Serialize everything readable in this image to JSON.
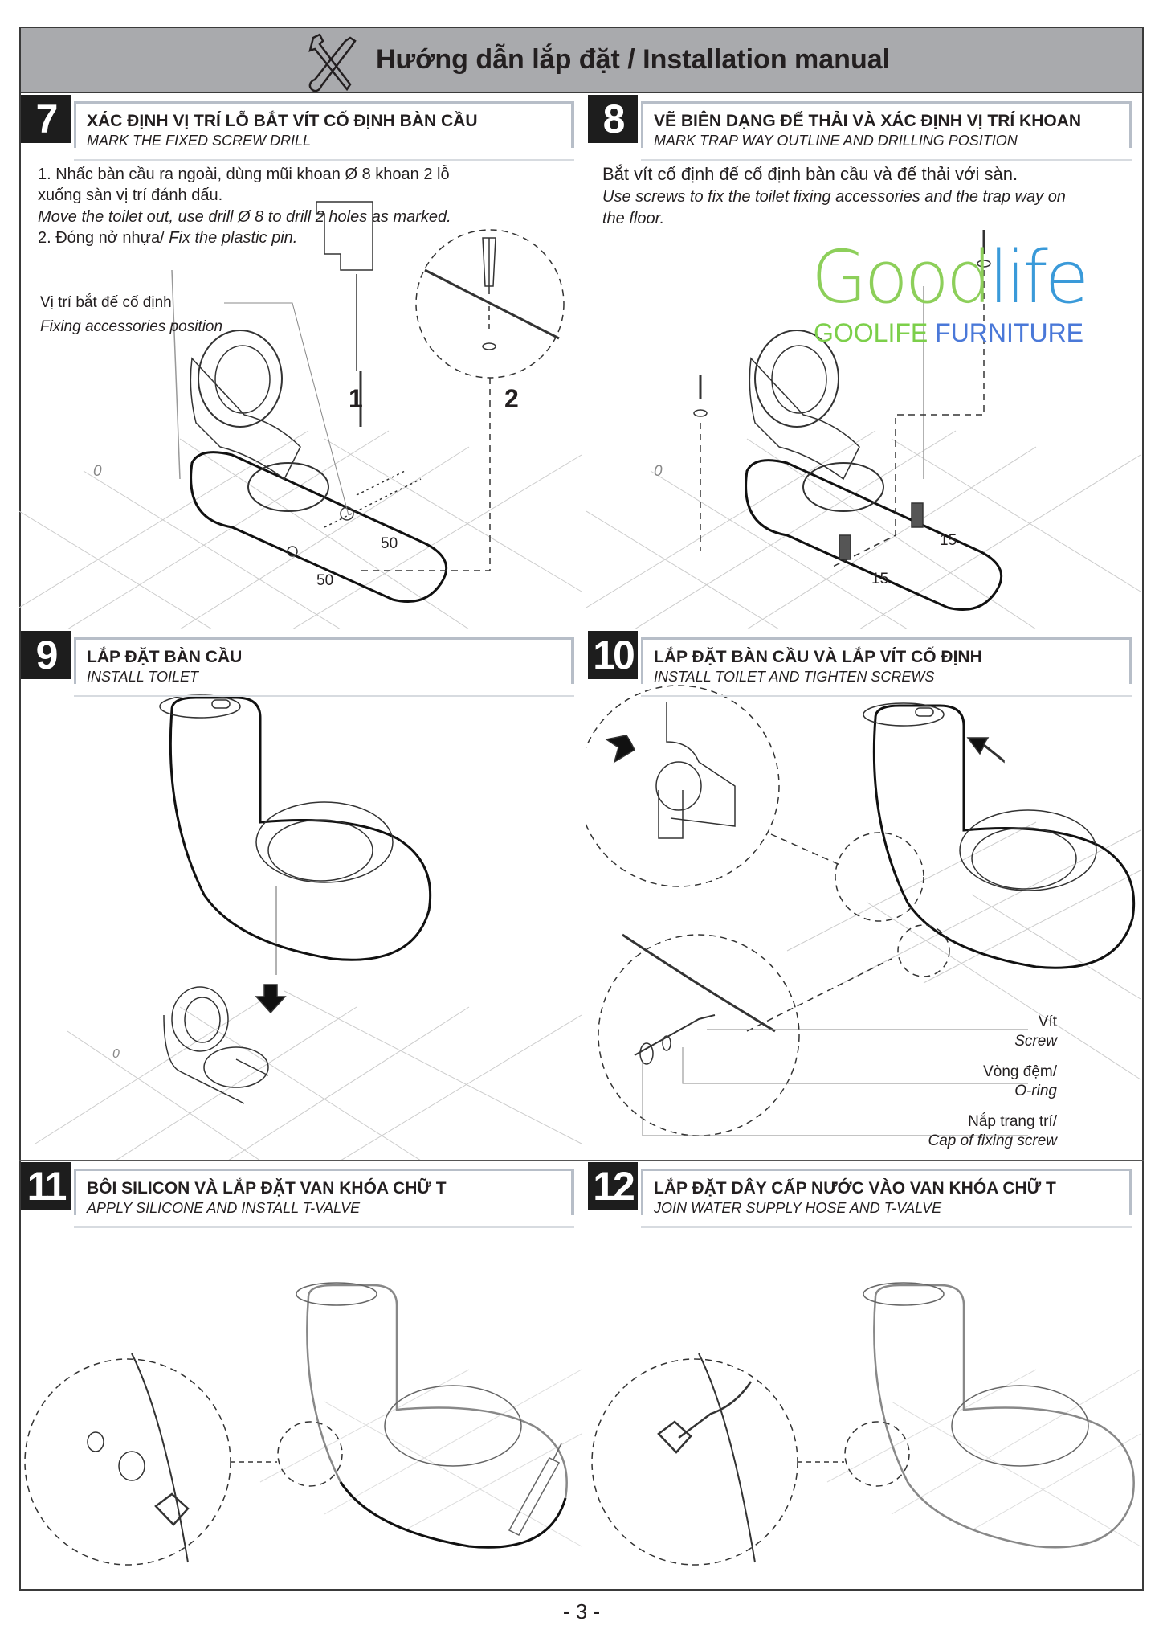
{
  "header": {
    "title": "Hướng dẫn lắp đặt / Installation manual",
    "icon": "tools-icon"
  },
  "steps": [
    {
      "number": "7",
      "title_vi": "XÁC ĐỊNH VỊ TRÍ LỖ BẮT VÍT CỐ ĐỊNH BÀN CẦU",
      "title_en": "MARK THE FIXED SCREW DRILL",
      "lines": [
        "1. Nhấc bàn cầu ra ngoài, dùng mũi khoan Ø  8 khoan 2 lỗ",
        "xuống sàn vị trí đánh dấu.",
        "Move the toilet out, use drill Ø  8 to drill 2 holes as marked.",
        "2. Đóng nở nhựa/ ",
        "Fix the plastic pin."
      ],
      "label_vi": "Vị trí bắt đế cố định",
      "label_en": "Fixing accessories position",
      "callouts": [
        "1",
        "2"
      ],
      "dims": [
        "50",
        "50"
      ],
      "mark": "0"
    },
    {
      "number": "8",
      "title_vi": "VẼ BIÊN DẠNG ĐẾ THẢI VÀ XÁC ĐỊNH VỊ TRÍ KHOAN",
      "title_en": "MARK TRAP WAY OUTLINE AND DRILLING POSITION",
      "lines": [
        "Bắt vít cố định đế cố định bàn cầu và đế thải với sàn.",
        "Use screws to fix the toilet fixing accessories and the trap way on",
        "the floor."
      ],
      "dims": [
        "15",
        "15"
      ],
      "mark": "0"
    },
    {
      "number": "9",
      "title_vi": "LẮP ĐẶT BÀN CẦU",
      "title_en": "INSTALL TOILET",
      "mark": "0"
    },
    {
      "number": "10",
      "title_vi": "LẮP ĐẶT BÀN CẦU VÀ LẮP VÍT CỐ ĐỊNH",
      "title_en": "INSTALL TOILET AND TIGHTEN SCREWS",
      "parts": [
        {
          "vi": "Vít",
          "en": "Screw"
        },
        {
          "vi": "Vòng đệm/",
          "en": "O-ring"
        },
        {
          "vi": "Nắp trang trí/",
          "en": "Cap of fixing screw"
        }
      ]
    },
    {
      "number": "11",
      "title_vi": "BÔI SILICON VÀ LẮP ĐẶT VAN KHÓA CHỮ T",
      "title_en": "APPLY SILICONE AND INSTALL T-VALVE"
    },
    {
      "number": "12",
      "title_vi": "LẮP ĐẶT DÂY CẤP NƯỚC VÀO VAN KHÓA CHỮ T",
      "title_en": "JOIN WATER SUPPLY HOSE AND T-VALVE"
    }
  ],
  "watermark": {
    "logo_green": "Good",
    "logo_blue": "life",
    "brand_green": "GOOLIFE ",
    "brand_blue": "FURNITURE"
  },
  "footer": {
    "page": "- 3 -"
  },
  "colors": {
    "header_bg": "#a9aaad",
    "title_border": "#b7bec8",
    "number_bg": "#1d1d1d"
  }
}
